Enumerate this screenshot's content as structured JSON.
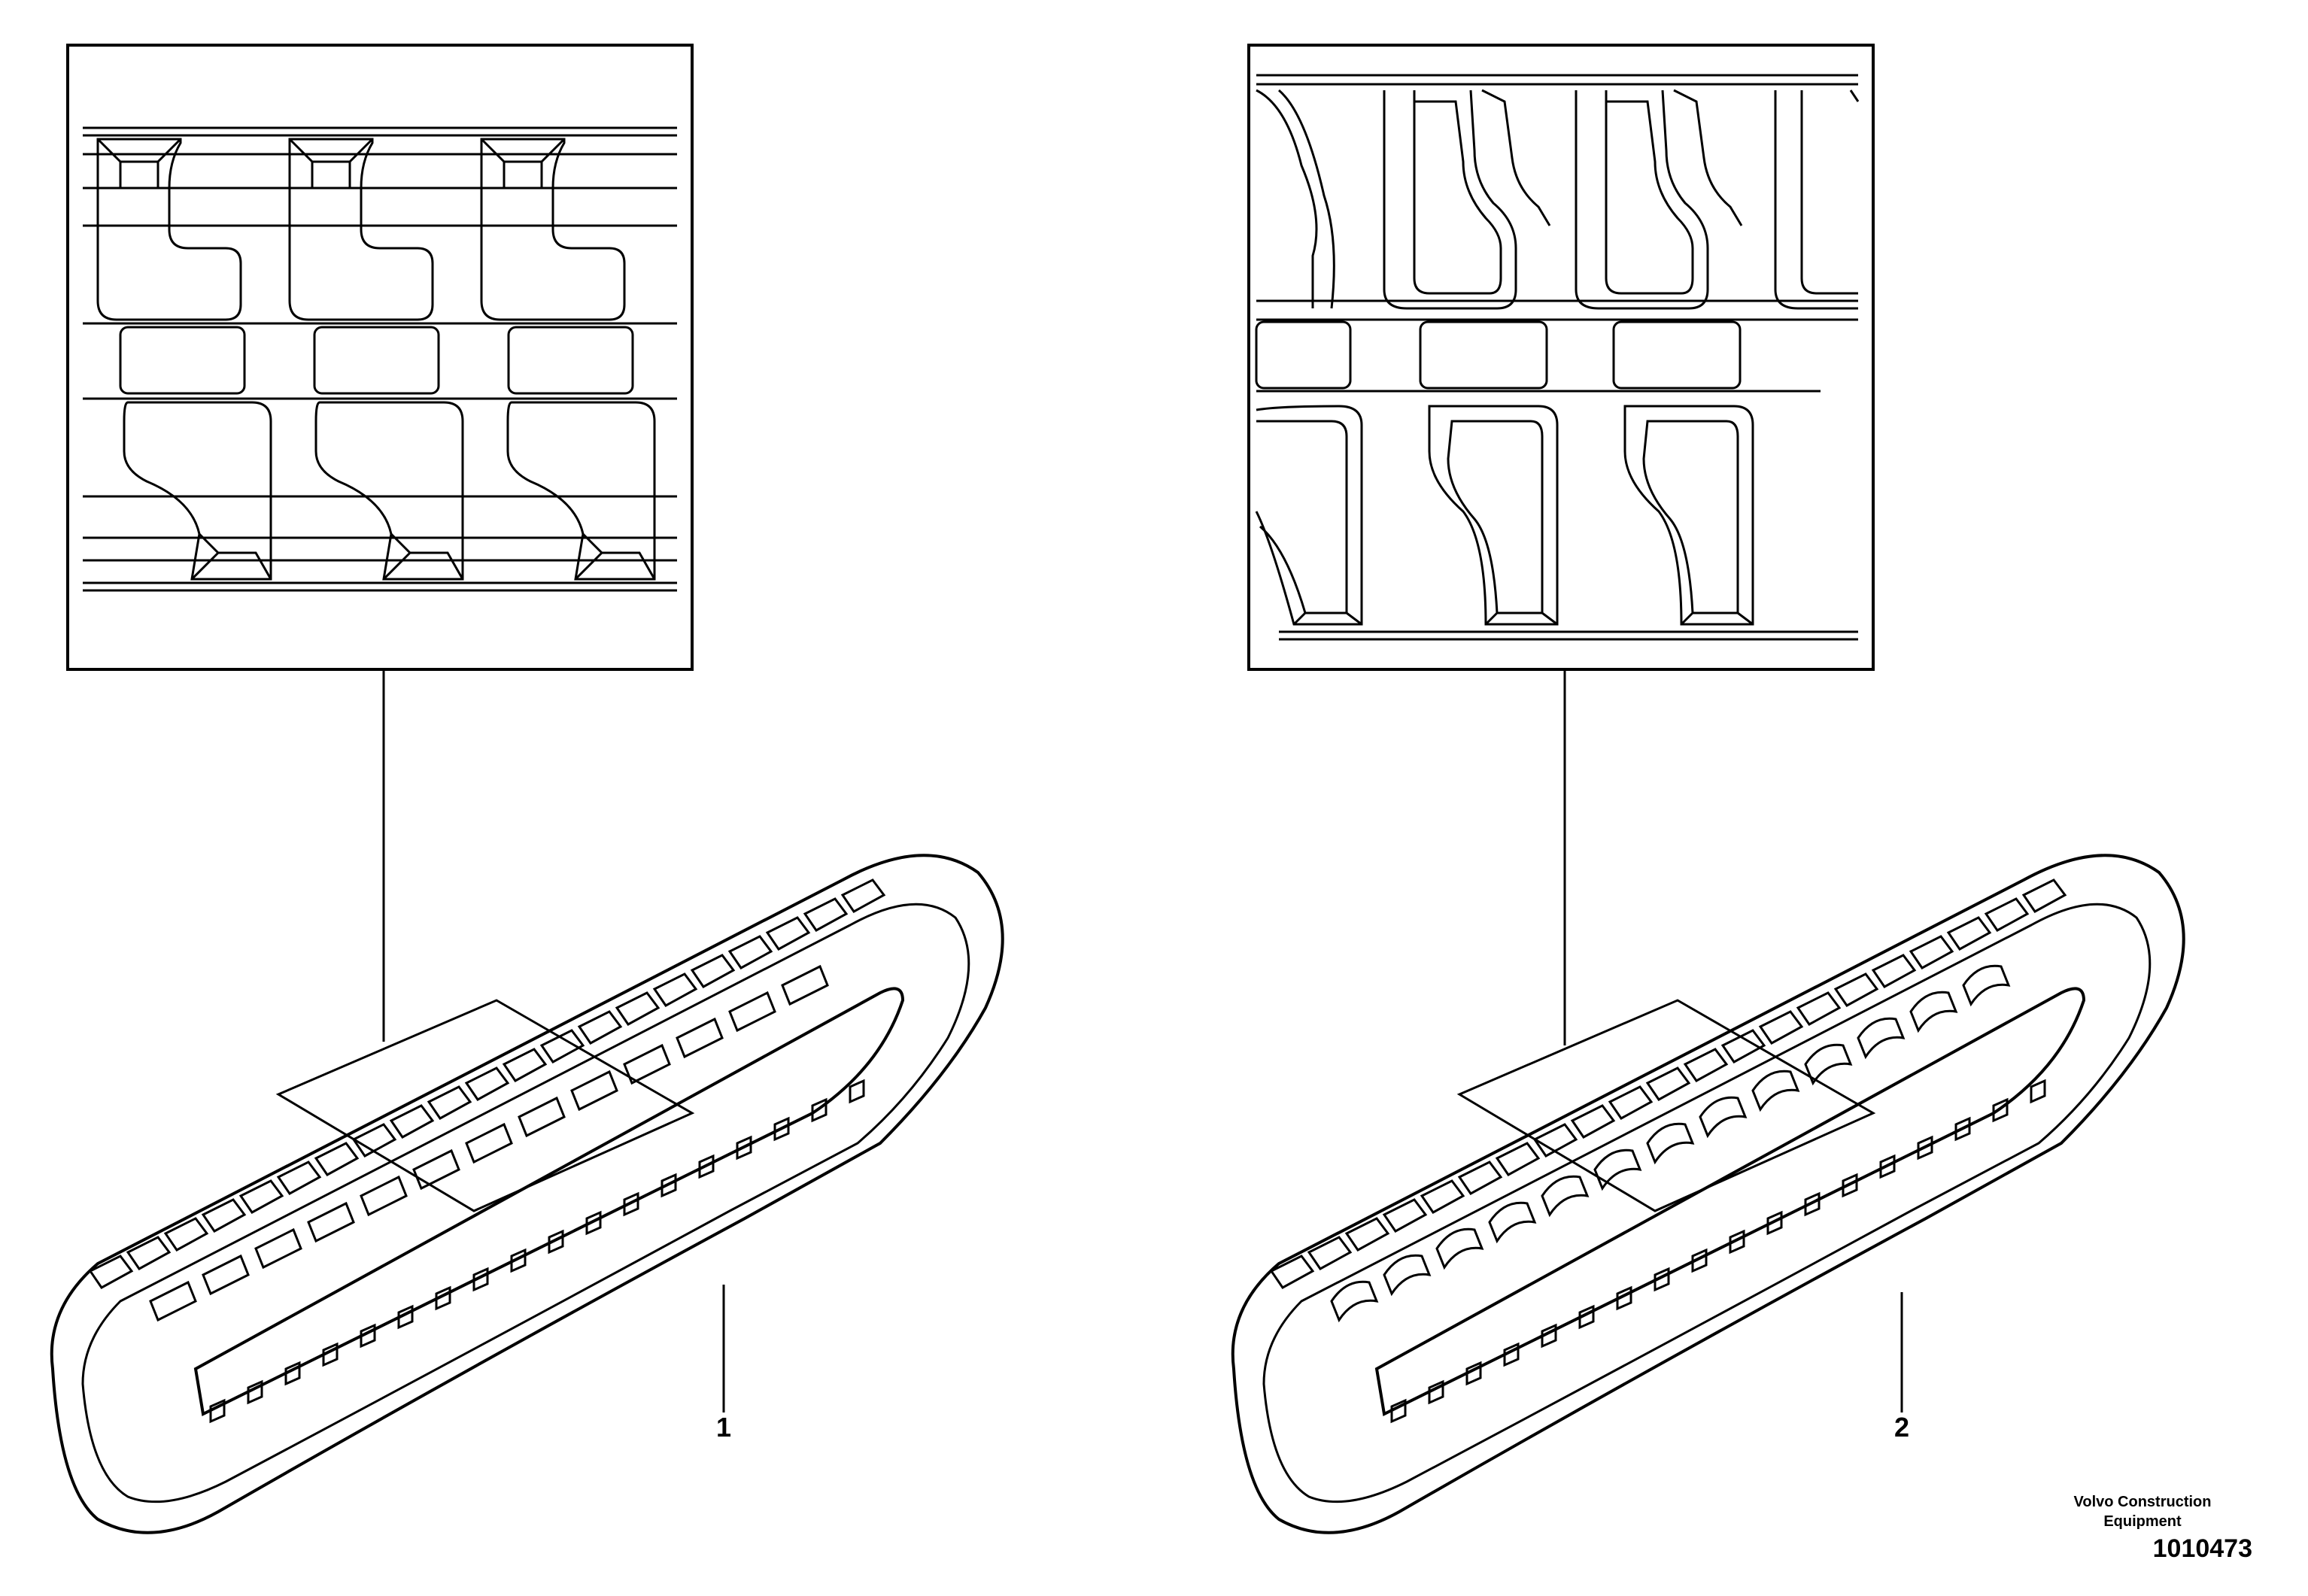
{
  "diagram": {
    "items": [
      {
        "label": "1",
        "pattern": "block-tread-rubber-track"
      },
      {
        "label": "2",
        "pattern": "zigzag-tread-rubber-track"
      }
    ],
    "colors": {
      "line": "#000000",
      "background": "#ffffff"
    }
  },
  "footer": {
    "brand_line1": "Volvo Construction",
    "brand_line2": "Equipment",
    "part_number": "1010473"
  }
}
